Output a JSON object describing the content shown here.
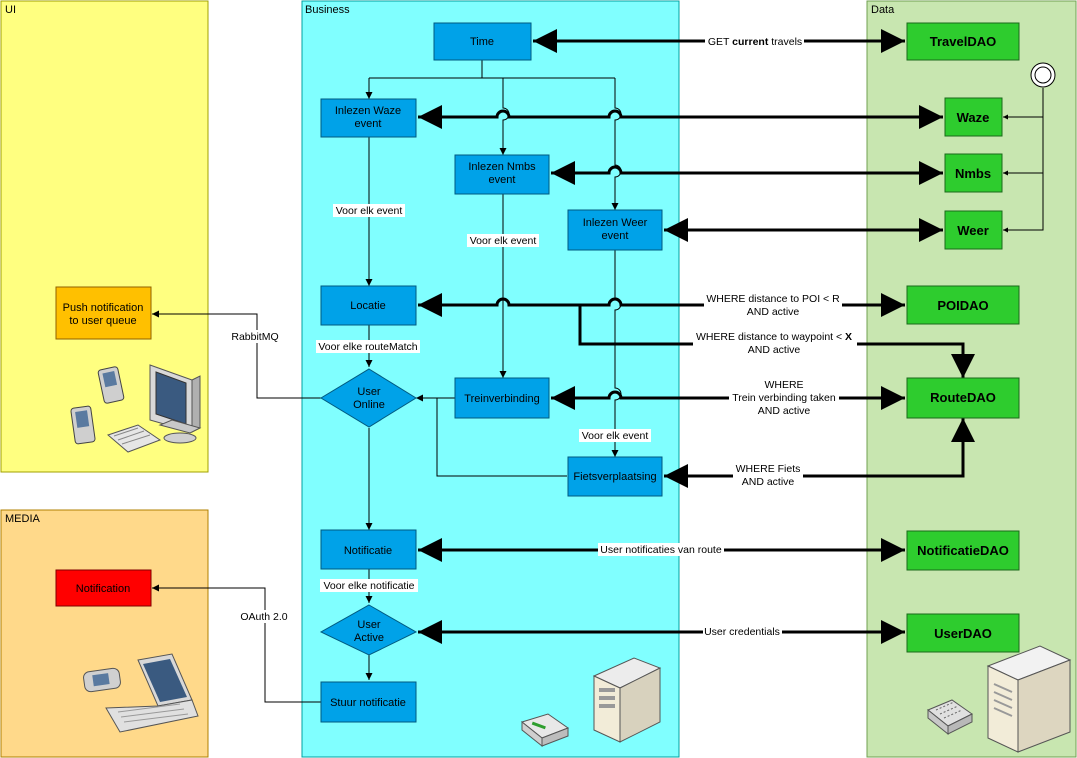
{
  "lanes": {
    "ui": "UI",
    "business": "Business",
    "data": "Data",
    "media": "MEDIA"
  },
  "nodes": {
    "time": "Time",
    "waze_event": [
      "Inlezen Waze",
      "event"
    ],
    "nmbs_event": [
      "Inlezen Nmbs",
      "event"
    ],
    "weer_event": [
      "Inlezen Weer",
      "event"
    ],
    "locatie": "Locatie",
    "treinverbinding": "Treinverbinding",
    "fietsverplaatsing": "Fietsverplaatsing",
    "user_online": [
      "User",
      "Online"
    ],
    "notificatie": "Notificatie",
    "user_active": [
      "User",
      "Active"
    ],
    "stuur_notificatie": "Stuur notificatie",
    "push_notification": [
      "Push notification",
      "to user queue"
    ],
    "notification": "Notification"
  },
  "daos": {
    "travel": "TravelDAO",
    "waze": "Waze",
    "nmbs": "Nmbs",
    "weer": "Weer",
    "poi": "POIDAO",
    "route": "RouteDAO",
    "notificatie": "NotificatieDAO",
    "user": "UserDAO"
  },
  "edges": {
    "get_prefix": "GET ",
    "get_bold": "current",
    "get_suffix": " travels",
    "voor_elk_event": "Voor elk event",
    "voor_elk_routematch": "Voor elke routeMatch",
    "rabbitmq": "RabbitMQ",
    "poi_line1": "WHERE distance to POI < R",
    "poi_line2": "AND active",
    "waypoint_line1_prefix": "WHERE distance to waypoint < ",
    "waypoint_line1_bold": "X",
    "waypoint_line2": "AND active",
    "trein_line1": "WHERE",
    "trein_line2": "Trein verbinding taken",
    "trein_line3": "AND active",
    "fiets_line1": "WHERE Fiets",
    "fiets_line2": "AND active",
    "user_notificaties": "User notificaties van route",
    "voor_elke_notificatie": "Voor elke notificatie",
    "oauth": "OAuth 2.0",
    "user_credentials": "User credentials"
  },
  "colors": {
    "ui_lane": "#ffff80",
    "media_lane": "#ffd98a",
    "business_lane": "#80ffff",
    "data_lane": "#c8e6b0",
    "process": "#00a2e8",
    "dao": "#2ecc2e",
    "push": "#ffc000",
    "notification": "#ff0000"
  }
}
